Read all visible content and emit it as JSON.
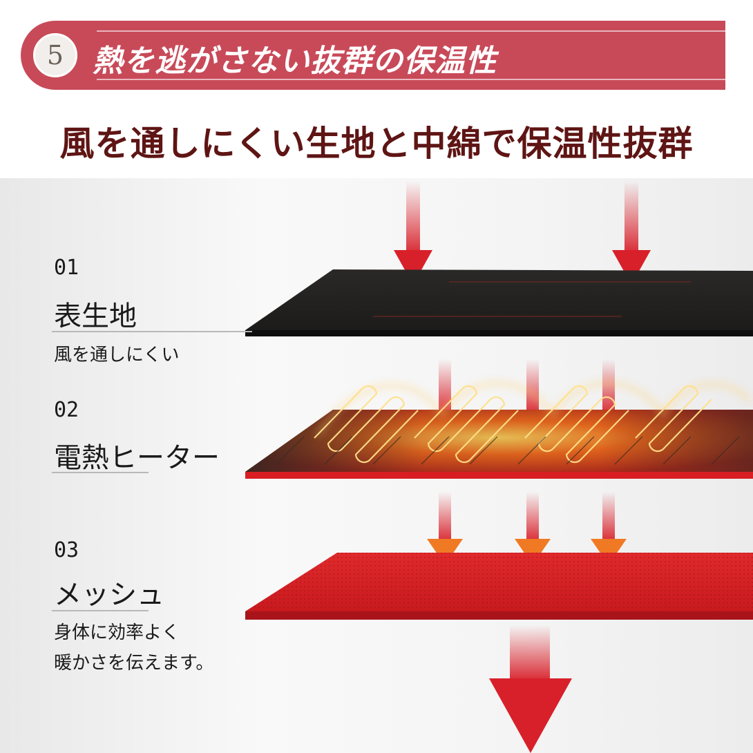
{
  "banner": {
    "number": "5",
    "title": "熱を逃がさない抜群の保温性"
  },
  "headline": "風を通しにくい生地と中綿で保温性抜群",
  "layers": [
    {
      "num": "01",
      "name": "表生地",
      "desc_lines": [
        "風を通しにくい"
      ]
    },
    {
      "num": "02",
      "name": "電熱ヒーター",
      "desc_lines": []
    },
    {
      "num": "03",
      "name": "メッシュ",
      "desc_lines": [
        "身体に効率よく",
        "暖かさを伝えます。"
      ]
    }
  ],
  "colors": {
    "banner": "#c84a59",
    "headline": "#5e1514",
    "fabric": "#232120",
    "heater_glow": "#f56a1a",
    "mesh": "#d01b1f",
    "arrow": "#d8202a"
  },
  "icons": [
    "heat-arrow-icon"
  ]
}
